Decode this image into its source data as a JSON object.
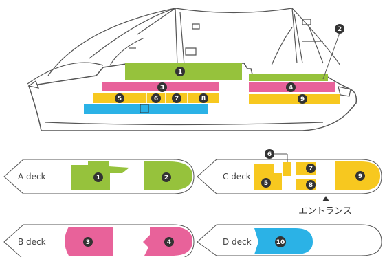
{
  "colors": {
    "green": "#96c23c",
    "pink": "#e8629a",
    "yellow": "#f7c81f",
    "blue": "#2bb2e6",
    "outline": "#555555",
    "badge": "#333333"
  },
  "ship": {
    "markers": [
      "1",
      "2",
      "3",
      "4",
      "5",
      "6",
      "7",
      "8",
      "9"
    ]
  },
  "decks": {
    "a": {
      "label": "A deck",
      "markers": [
        "1",
        "2"
      ]
    },
    "b": {
      "label": "B deck",
      "markers": [
        "3",
        "4"
      ]
    },
    "c": {
      "label": "C deck",
      "markers": [
        "6",
        "7",
        "5",
        "8",
        "9"
      ],
      "entrance_label": "エントランス"
    },
    "d": {
      "label": "D deck",
      "markers": [
        "10"
      ]
    }
  }
}
